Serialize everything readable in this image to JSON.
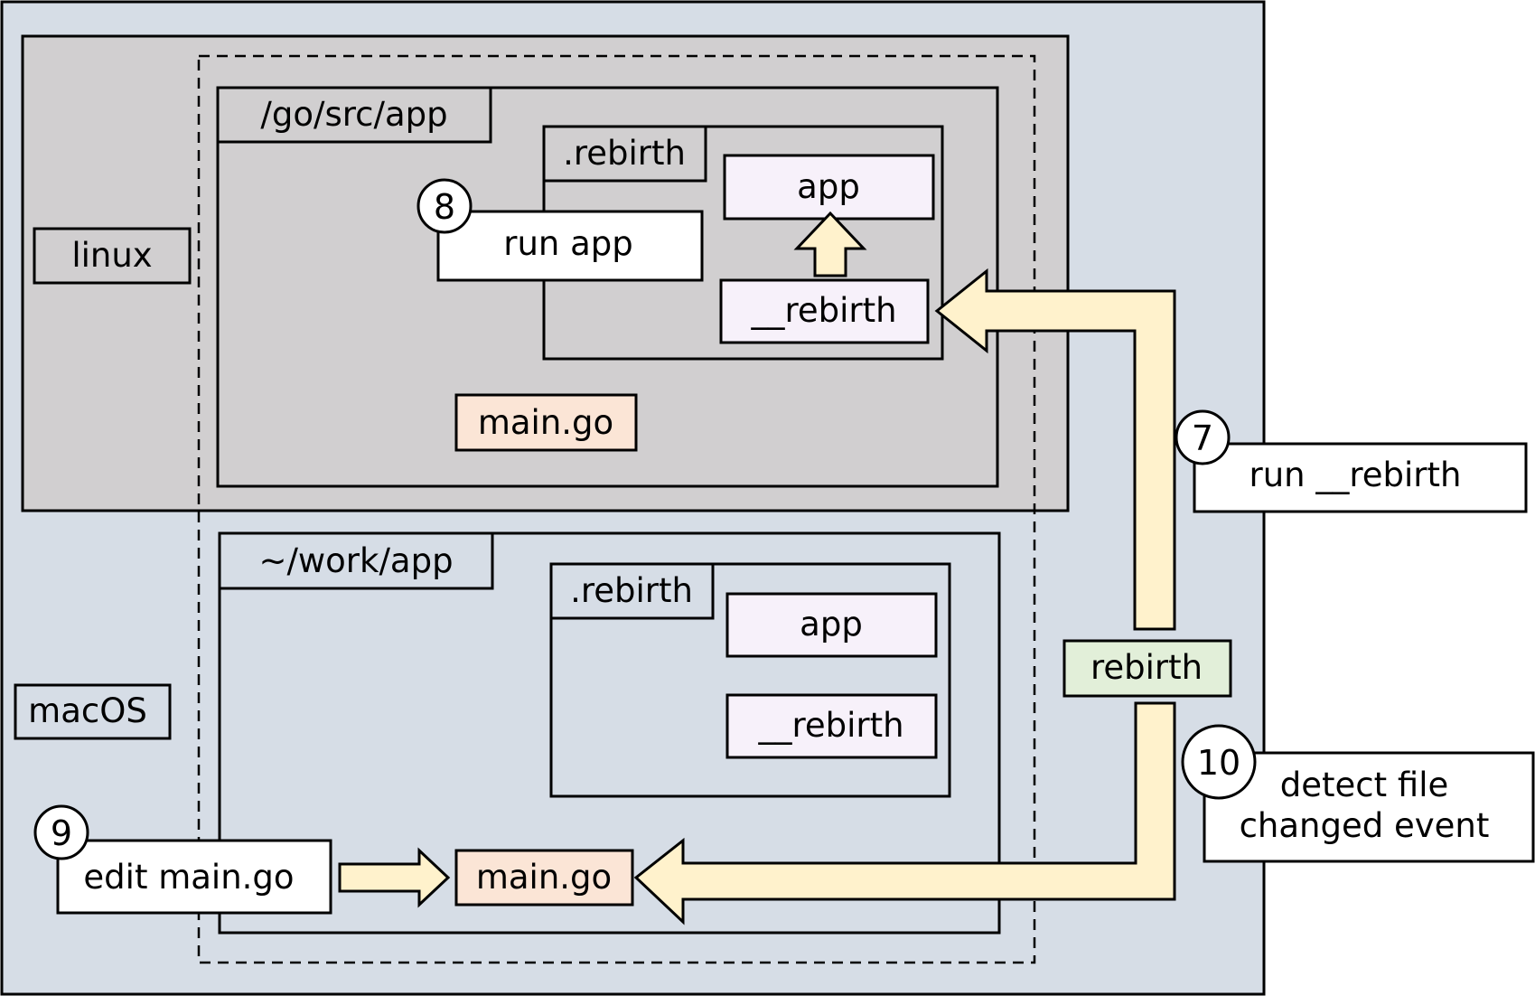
{
  "labels": {
    "linux": "linux",
    "macos": "macOS",
    "go_src_app": "/go/src/app",
    "work_app": "~/work/app",
    "rebirth_dir_linux": ".rebirth",
    "rebirth_dir_mac": ".rebirth",
    "app_linux": "app",
    "rebirth_bin_linux": "__rebirth",
    "app_mac": "app",
    "rebirth_bin_mac": "__rebirth",
    "main_go_linux": "main.go",
    "main_go_mac": "main.go",
    "rebirth_tool": "rebirth"
  },
  "steps": [
    {
      "number": "7",
      "text_lines": [
        "run __rebirth"
      ]
    },
    {
      "number": "8",
      "text_lines": [
        "run app"
      ]
    },
    {
      "number": "9",
      "text_lines": [
        "edit main.go"
      ]
    },
    {
      "number": "10",
      "text_lines": [
        "detect file",
        "changed event"
      ]
    }
  ],
  "colors": {
    "macos_bg": "#d6dde6",
    "linux_bg": "#d1cfd0",
    "binary_fill": "#f7f1fa",
    "source_fill": "#fbe5d6",
    "tool_fill": "#e2efd9",
    "arrow_fill": "#fff2cc",
    "stroke": "#000000"
  }
}
